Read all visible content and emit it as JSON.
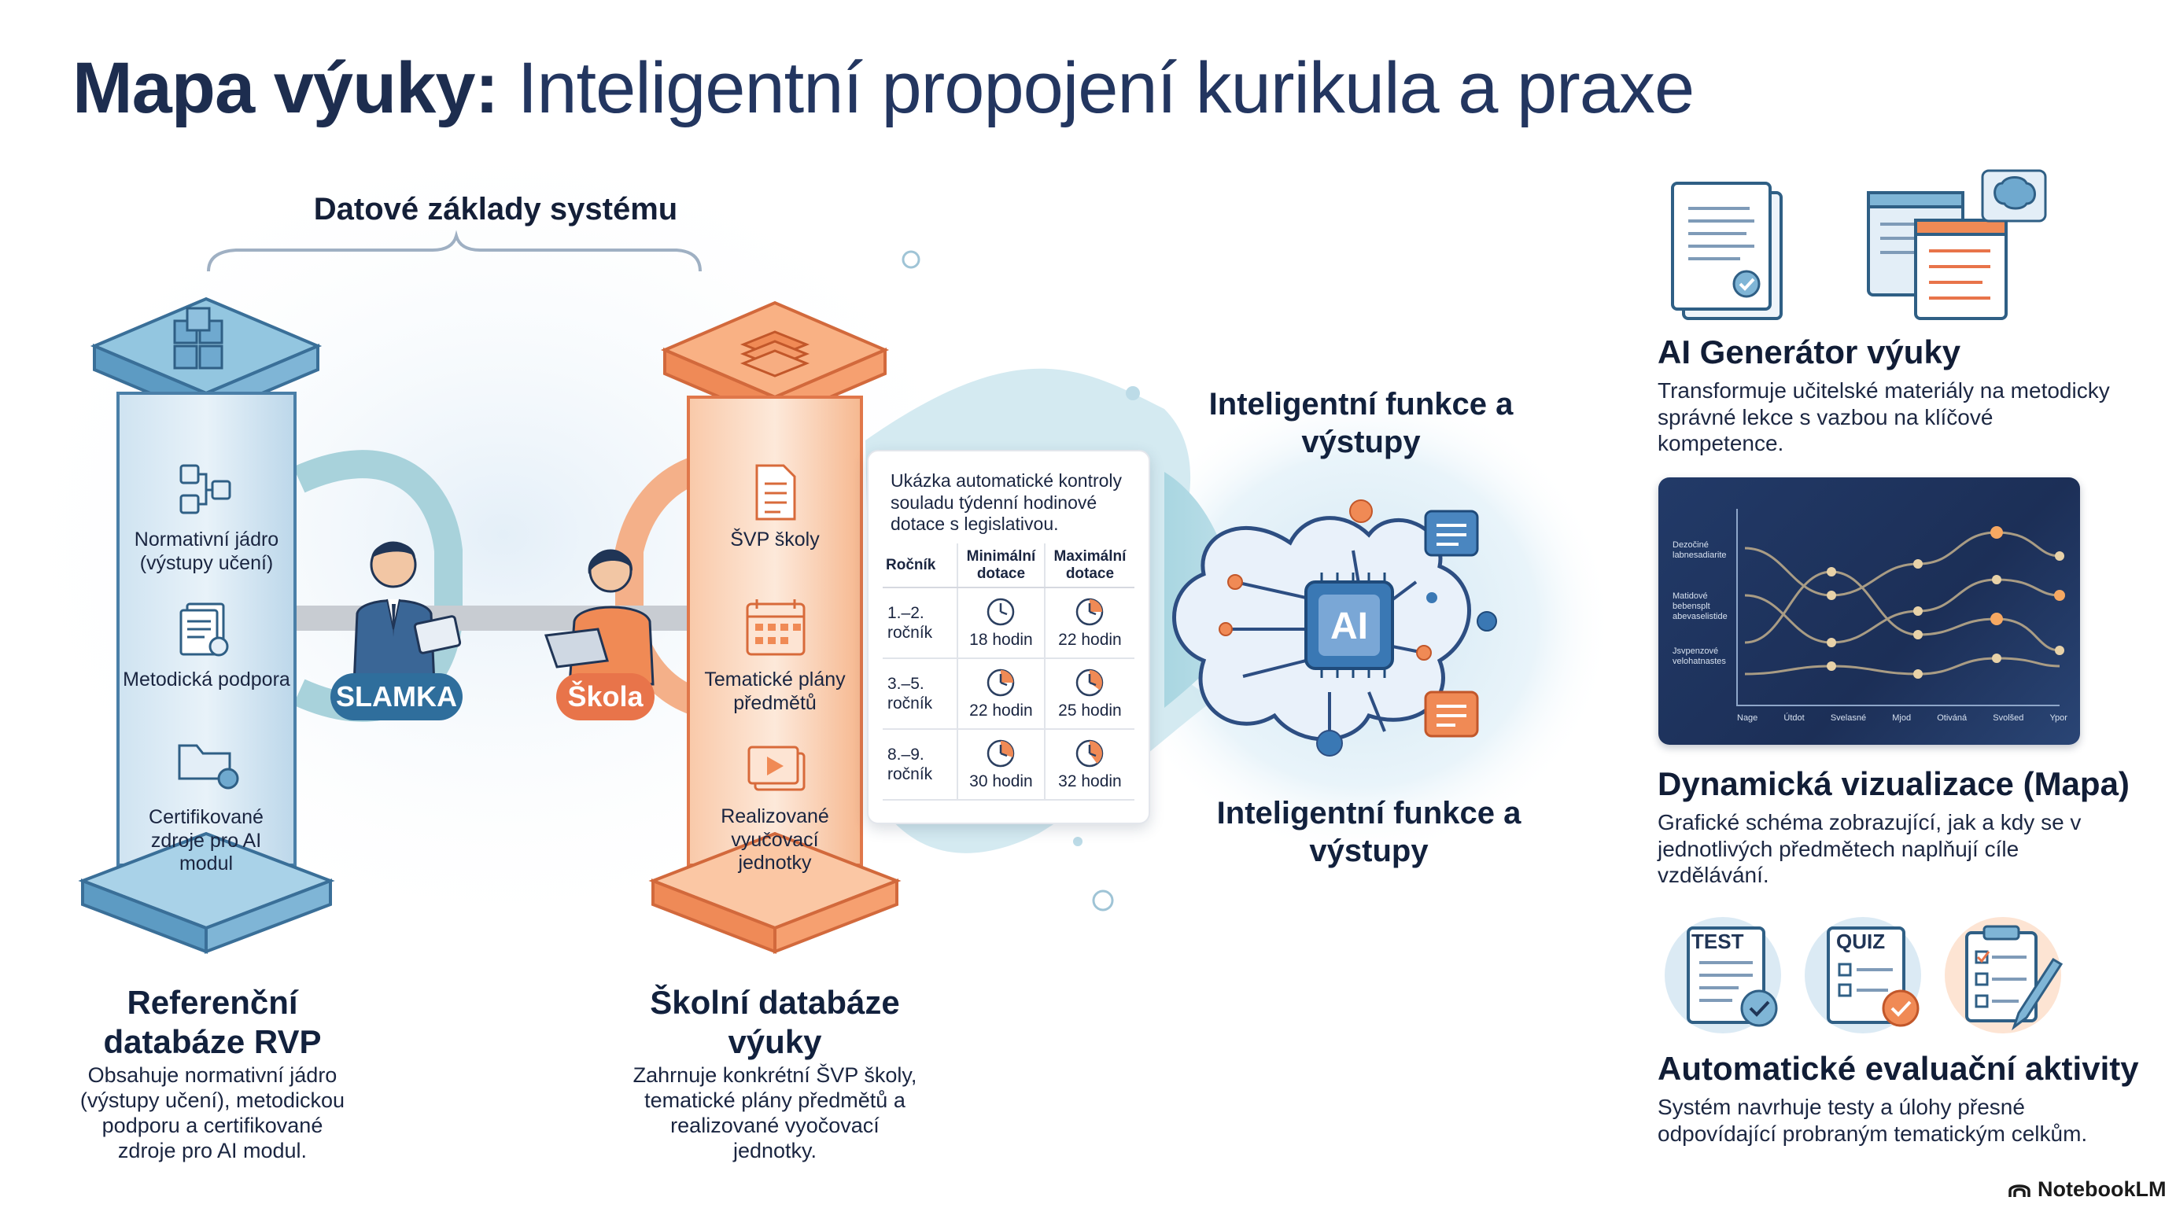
{
  "title": {
    "bold": "Mapa výuky:",
    "rest": "Inteligentní propojení kurikula a praxe"
  },
  "foundations_label": "Datové základy systému",
  "pillar_rvp": {
    "items": [
      "Normativní jádro (výstupy učení)",
      "Metodická podpora",
      "Certifikované zdroje pro AI modul"
    ],
    "title": "Referenční databáze RVP",
    "description": "Obsahuje normativní jádro (výstupy učení), metodickou podporu a certifikované zdroje pro AI modul."
  },
  "pillar_school": {
    "items": [
      "ŠVP školy",
      "Tematické plány předmětů",
      "Realizované vyučovací jednotky"
    ],
    "title": "Školní databáze výuky",
    "description": "Zahrnuje konkrétní ŠVP školy, tematické plány předmětů a realizované vyočovací jednotky."
  },
  "badges": {
    "left": "SLAMKA",
    "right": "Škola"
  },
  "colors": {
    "blue_accent": "#2f6e9c",
    "orange_accent": "#e8744a",
    "navy": "#1d2d4f",
    "pale_blue": "#dbeaf4",
    "pale_orange": "#fde4d3"
  },
  "dotace_card": {
    "caption": "Ukázka automatické kontroly souladu týdenní hodinové dotace s legislativou.",
    "headers": [
      "Ročník",
      "Minimální dotace",
      "Maximální dotace"
    ],
    "rows": [
      {
        "rocnik": "1.–2. ročník",
        "min": "18 hodin",
        "max": "22 hodin",
        "min_fill": 0.0,
        "max_fill": 0.25
      },
      {
        "rocnik": "3.–5. ročník",
        "min": "22 hodin",
        "max": "25 hodin",
        "min_fill": 0.25,
        "max_fill": 0.35
      },
      {
        "rocnik": "8.–9. ročník",
        "min": "30 hodin",
        "max": "32 hodin",
        "min_fill": 0.3,
        "max_fill": 0.4
      }
    ]
  },
  "ai_hub": {
    "top_label": "Inteligentní funkce a výstupy",
    "chip_label": "AI",
    "bottom_label": "Inteligentní funkce a výstupy"
  },
  "features": [
    {
      "title": "AI Generátor výuky",
      "description": "Transformuje učitelské materiály na metodicky správné lekce s vazbou na klíčové kompetence."
    },
    {
      "title": "Dynamická vizualizace (Mapa)",
      "description": "Grafické schéma zobrazující, jak a kdy se v jednotlivých předmětech naplňují cíle vzdělávání."
    },
    {
      "title": "Automatické evaluační aktivity",
      "description": "Systém navrhuje testy a úlohy přesné odpovídající probraným tematickým celkům."
    }
  ],
  "map_thumbnail": {
    "row_labels": [
      "Dezočiné labnesadiarite",
      "Matidové bebensplt abevaselistide",
      "Jsvpenzové velohatnastes"
    ],
    "x_labels": [
      "Nage",
      "Útdot",
      "Svelasné",
      "Mjod",
      "Otiváná",
      "Svolšed",
      "Ypor"
    ]
  },
  "eval_icons": [
    "TEST",
    "QUIZ"
  ],
  "brand": "NotebookLM"
}
